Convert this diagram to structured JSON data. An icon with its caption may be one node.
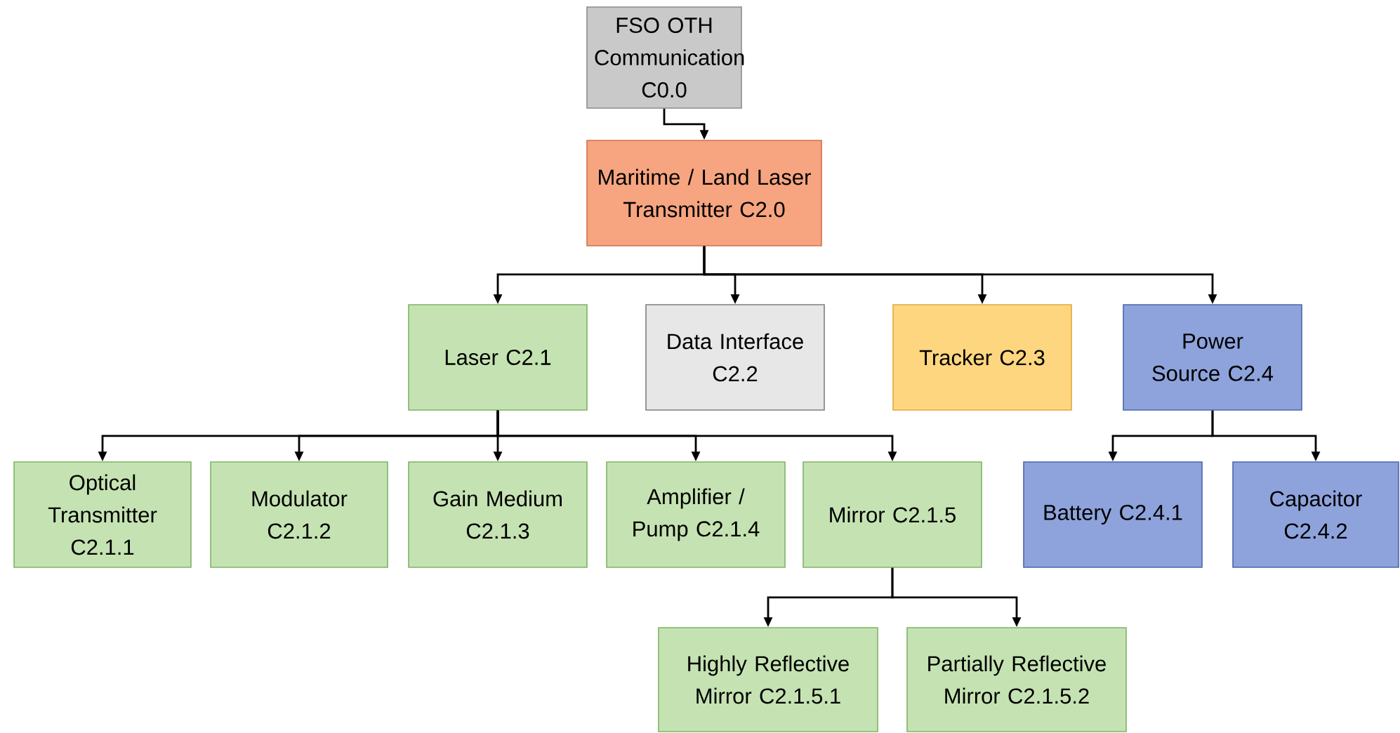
{
  "diagram": {
    "nodes": [
      {
        "text": [
          "FSO OTH Communication C0.0"
        ]
      },
      {
        "text": [
          "Maritime / Land Laser Transmitter C2.0"
        ]
      },
      {
        "text": [
          "Laser C2.1"
        ]
      },
      {
        "text": [
          "Data Interface C2.2"
        ]
      },
      {
        "text": [
          "Tracker C2.3"
        ]
      },
      {
        "text": [
          "Power Source C2.4"
        ]
      },
      {
        "text": [
          "Optical Transmitter C2.1.1"
        ]
      },
      {
        "text": [
          "Modulator C2.1.2"
        ]
      },
      {
        "text": [
          "Gain Medium C2.1.3"
        ]
      },
      {
        "text": [
          "Amplifier / Pump C2.1.4"
        ]
      },
      {
        "text": [
          "Mirror C2.1.5"
        ]
      },
      {
        "text": [
          "Battery C2.4.1"
        ]
      },
      {
        "text": [
          "Capacitor C2.4.2"
        ]
      },
      {
        "text": [
          "Highly Reflective Mirror C2.1.5.1"
        ]
      },
      {
        "text": [
          "Partially Reflective Mirror C2.1.5.2"
        ]
      }
    ],
    "edges": [
      {
        "from": 0,
        "to": 1,
        "arrow": "to"
      },
      {
        "from": 1,
        "to": 2,
        "arrow": "to"
      },
      {
        "from": 1,
        "to": 3,
        "arrow": "to"
      },
      {
        "from": 1,
        "to": 4,
        "arrow": "to"
      },
      {
        "from": 1,
        "to": 5,
        "arrow": "to"
      },
      {
        "from": 2,
        "to": 6,
        "arrow": "to"
      },
      {
        "from": 2,
        "to": 7,
        "arrow": "to"
      },
      {
        "from": 2,
        "to": 8,
        "arrow": "to"
      },
      {
        "from": 2,
        "to": 9,
        "arrow": "to"
      },
      {
        "from": 2,
        "to": 10,
        "arrow": "to"
      },
      {
        "from": 5,
        "to": 11,
        "arrow": "to"
      },
      {
        "from": 5,
        "to": 12,
        "arrow": "to"
      },
      {
        "from": 10,
        "to": 13,
        "arrow": "to"
      },
      {
        "from": 10,
        "to": 14,
        "arrow": "to"
      }
    ]
  }
}
